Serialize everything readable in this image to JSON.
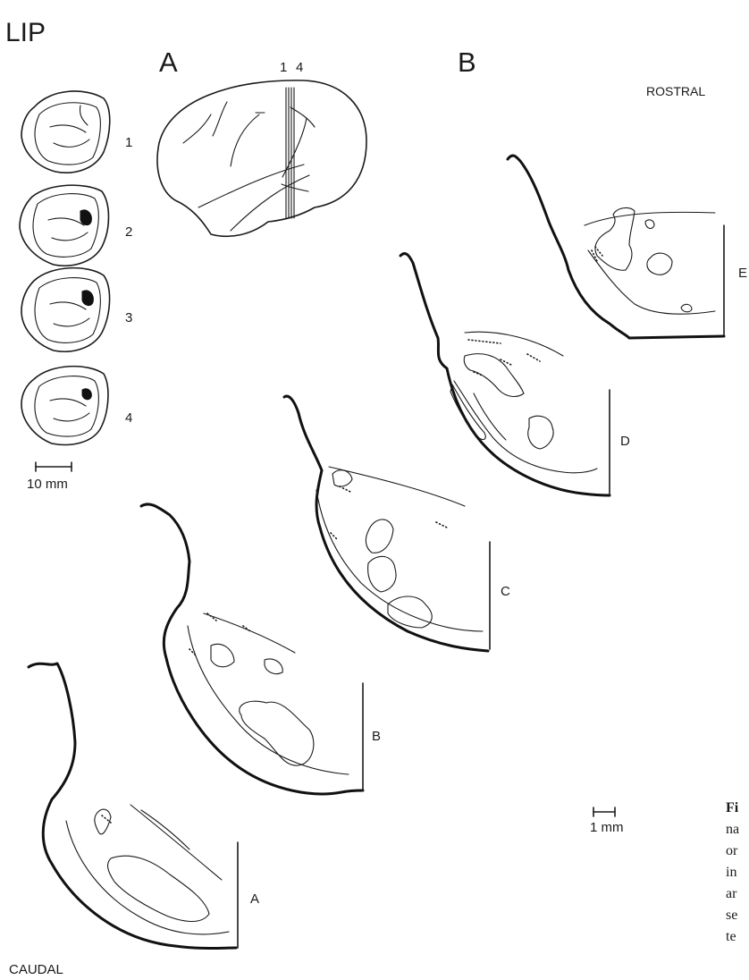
{
  "title": "LIP",
  "panel_a_label": "A",
  "panel_b_label": "B",
  "orientation": {
    "rostral": "ROSTRAL",
    "caudal": "CAUDAL"
  },
  "brain_lines": {
    "first": "1",
    "last": "4"
  },
  "small_sections": [
    "1",
    "2",
    "3",
    "4"
  ],
  "scale_small": "10 mm",
  "scale_large": "1 mm",
  "enlarged_sections": [
    "A",
    "B",
    "C",
    "D",
    "E"
  ],
  "cropped_caption_fragments": [
    "Fi",
    "na",
    "or",
    "in",
    "ar",
    "se",
    "te"
  ]
}
